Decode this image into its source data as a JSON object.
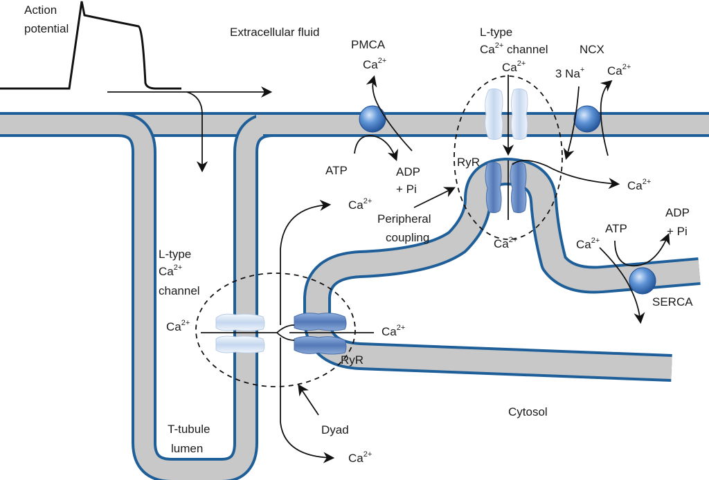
{
  "labels": {
    "action_potential_1": "Action",
    "action_potential_2": "potential",
    "extracellular_fluid": "Extracellular fluid",
    "pmca": "PMCA",
    "pmca_ca": "Ca",
    "ltype_top_1": "L-type",
    "ltype_top_2": "Ca",
    "ltype_top_2b": " channel",
    "ltype_top_ca": "Ca",
    "ncx": "NCX",
    "ncx_na": "3 Na",
    "ncx_ca": "Ca",
    "atp_pmca": "ATP",
    "adp_pmca_1": "ADP",
    "adp_pmca_2": "+ Pi",
    "ryr_top": "RyR",
    "ca_right_out": "Ca",
    "ca_upper_dyad": "Ca",
    "peripheral_1": "Peripheral",
    "peripheral_2": "coupling",
    "ca_below_ryr_top": "Ca",
    "serca_atp": "ATP",
    "serca_ca": "Ca",
    "serca_adp_1": "ADP",
    "serca_adp_2": "+ Pi",
    "serca": "SERCA",
    "ltype_left_1": "L-type",
    "ltype_left_2": "Ca",
    "ltype_left_3": "channel",
    "ca_left_in": "Ca",
    "ca_dyad_right": "Ca",
    "ryr_dyad": "RyR",
    "dyad": "Dyad",
    "cytosol": "Cytosol",
    "ttubule_1": "T-tubule",
    "ttubule_2": "lumen",
    "ca_bottom": "Ca",
    "sup_2plus": "2+",
    "sup_plus": "+"
  },
  "colors": {
    "membrane_fill": "#c8c8c8",
    "membrane_stroke": "#1f5f99",
    "channel_blue": "#5b82c2",
    "channel_light": "#d9e6f5",
    "pump_ball": "#3f79c8",
    "ink": "#111111"
  }
}
